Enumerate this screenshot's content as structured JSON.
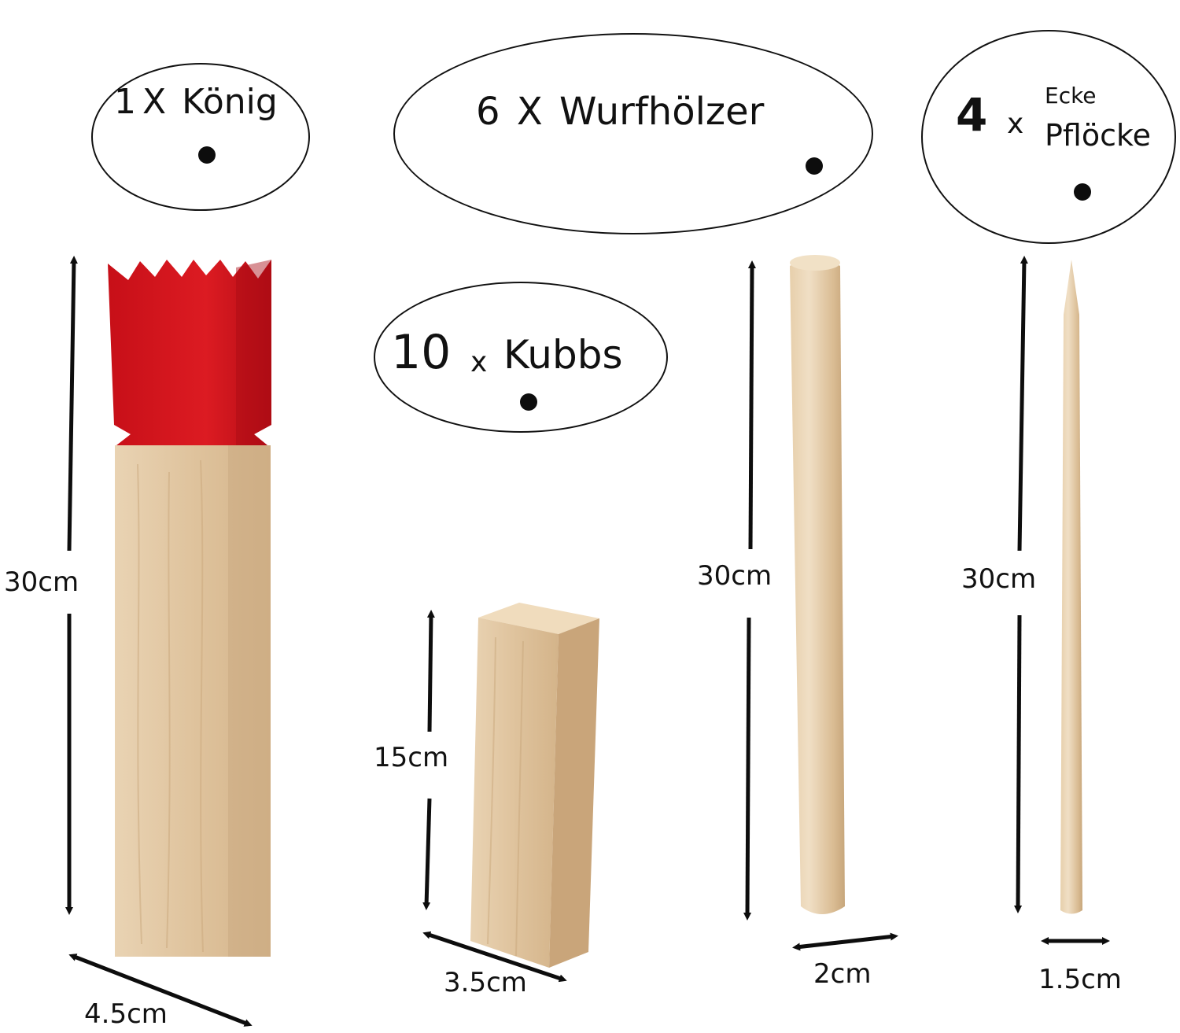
{
  "labels": {
    "king": {
      "count": "1",
      "x": "X",
      "name": "König"
    },
    "batons": {
      "count": "6",
      "x": "X",
      "name": "Wurfhölzer"
    },
    "stakes": {
      "count": "4",
      "x": "x",
      "top": "Ecke",
      "bottom": "Pflöcke"
    },
    "kubbs": {
      "count": "10",
      "x": "x",
      "name": "Kubbs"
    }
  },
  "dimensions": {
    "king_height": "30cm",
    "king_width": "4.5cm",
    "kubb_height": "15cm",
    "kubb_width": "3.5cm",
    "baton_height": "30cm",
    "baton_width": "2cm",
    "stake_height": "30cm",
    "stake_width": "1.5cm"
  },
  "colors": {
    "wood": "#e3c9a5",
    "wood_dark": "#cfae84",
    "king_crown": "#d8141c",
    "ink": "#111111"
  }
}
